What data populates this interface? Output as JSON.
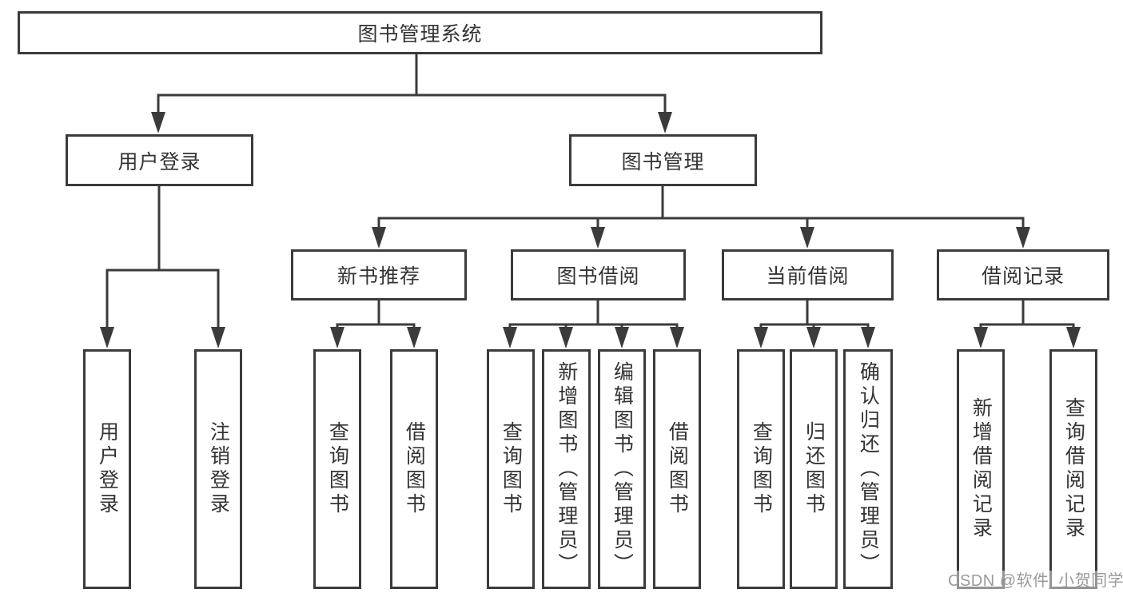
{
  "diagram": {
    "root": {
      "label": "图书管理系统"
    },
    "branches": [
      {
        "label": "用户登录",
        "children": [
          {
            "label": "用户登录"
          },
          {
            "label": "注销登录"
          }
        ]
      },
      {
        "label": "图书管理",
        "children": [
          {
            "label": "新书推荐",
            "children": [
              {
                "label": "查询图书"
              },
              {
                "label": "借阅图书"
              }
            ]
          },
          {
            "label": "图书借阅",
            "children": [
              {
                "label": "查询图书"
              },
              {
                "label": "新增图书（管理员）"
              },
              {
                "label": "编辑图书（管理员）"
              },
              {
                "label": "借阅图书"
              }
            ]
          },
          {
            "label": "当前借阅",
            "children": [
              {
                "label": "查询图书"
              },
              {
                "label": "归还图书"
              },
              {
                "label": "确认归还（管理员）"
              }
            ]
          },
          {
            "label": "借阅记录",
            "children": [
              {
                "label": "新增借阅记录"
              },
              {
                "label": "查询借阅记录"
              }
            ]
          }
        ]
      }
    ]
  },
  "watermark": {
    "text": "CSDN @软件_小贺同学"
  },
  "colors": {
    "line": "#3b3b3b",
    "text": "#333333",
    "watermark": "#9a9a9a",
    "background": "#ffffff"
  }
}
